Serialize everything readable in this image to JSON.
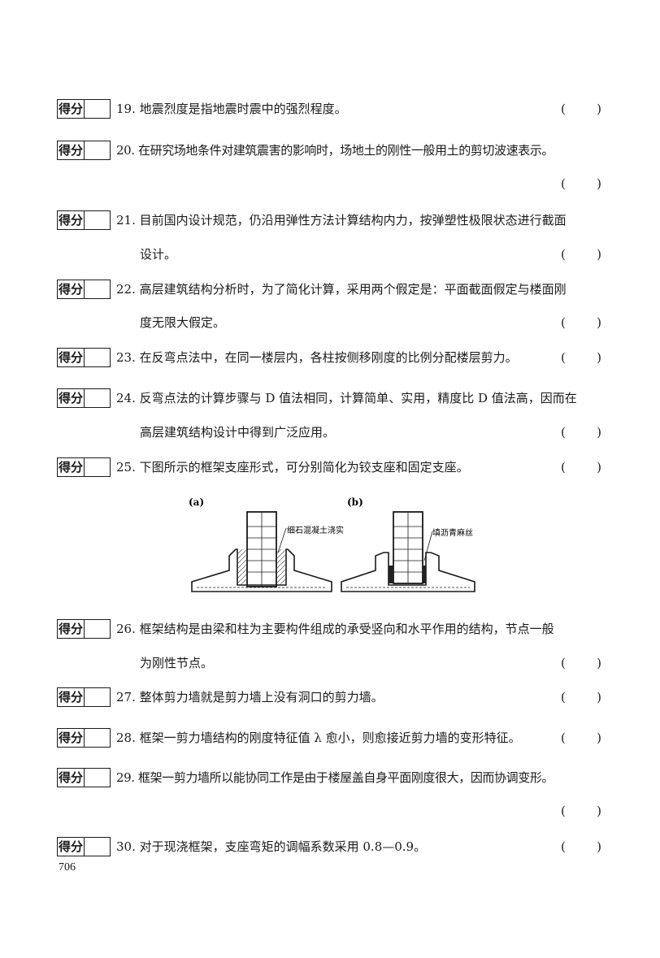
{
  "score_label": "得分",
  "paren_open": "(",
  "paren_close": ")",
  "questions": [
    {
      "line1": "19. 地震烈度是指地震时震中的强烈程度。"
    },
    {
      "line1": "20. 在研究场地条件对建筑震害的影响时，场地土的刚性一般用土的剪切波速表示。"
    },
    {
      "line1": "21. 目前国内设计规范，仍沿用弹性方法计算结构内力，按弹塑性极限状态进行截面",
      "line2": "设计。"
    },
    {
      "line1": "22. 高层建筑结构分析时，为了简化计算，采用两个假定是：平面截面假定与楼面刚",
      "line2": "度无限大假定。"
    },
    {
      "line1": "23. 在反弯点法中，在同一楼层内，各柱按侧移刚度的比例分配楼层剪力。"
    },
    {
      "line1": "24. 反弯点法的计算步骤与 D 值法相同，计算简单、实用，精度比 D 值法高，因而在",
      "line2": "高层建筑结构设计中得到广泛应用。"
    },
    {
      "line1": "25. 下图所示的框架支座形式，可分别简化为铰支座和固定支座。"
    },
    {
      "line1": "26. 框架结构是由梁和柱为主要构件组成的承受竖向和水平作用的结构，节点一般",
      "line2": "为刚性节点。"
    },
    {
      "line1": "27. 整体剪力墙就是剪力墙上没有洞口的剪力墙。"
    },
    {
      "line1": "28. 框架一剪力墙结构的刚度特征值 λ 愈小，则愈接近剪力墙的变形特征。"
    },
    {
      "line1": "29. 框架一剪力墙所以能协同工作是由于楼屋盖自身平面刚度很大，因而协调变形。"
    },
    {
      "line1": "30. 对于现浇框架，支座弯矩的调幅系数采用 0.8—0.9。"
    }
  ],
  "figure": {
    "label_a": "(a)",
    "label_b": "(b)",
    "note_a": "细石混凝土浇实",
    "note_b": "填沥青麻丝"
  },
  "page_number": "706"
}
